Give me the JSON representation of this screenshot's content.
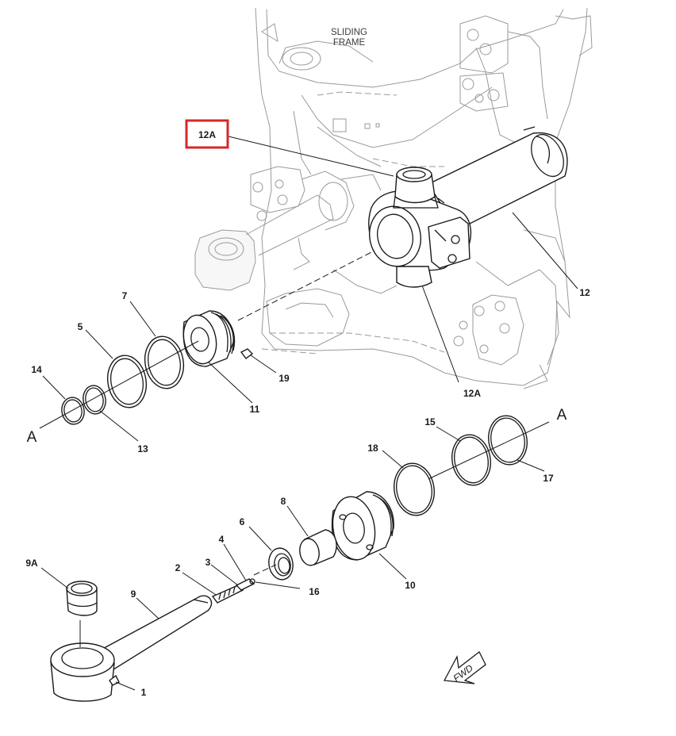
{
  "frame_label": {
    "line1": "SLIDING",
    "line2": "FRAME"
  },
  "highlight_color": "#d62828",
  "callouts": {
    "c12A_top": "12A",
    "c12": "12",
    "c12A_bottom": "12A",
    "c7": "7",
    "c5": "5",
    "c14": "14",
    "c19": "19",
    "c11": "11",
    "c13": "13",
    "cA_left": "A",
    "cA_right": "A",
    "c15": "15",
    "c17": "17",
    "c18": "18",
    "c8": "8",
    "c6": "6",
    "c10": "10",
    "c4": "4",
    "c3": "3",
    "c2": "2",
    "c16": "16",
    "c9A": "9A",
    "c9": "9",
    "c1": "1"
  },
  "direction_label": "FWD"
}
